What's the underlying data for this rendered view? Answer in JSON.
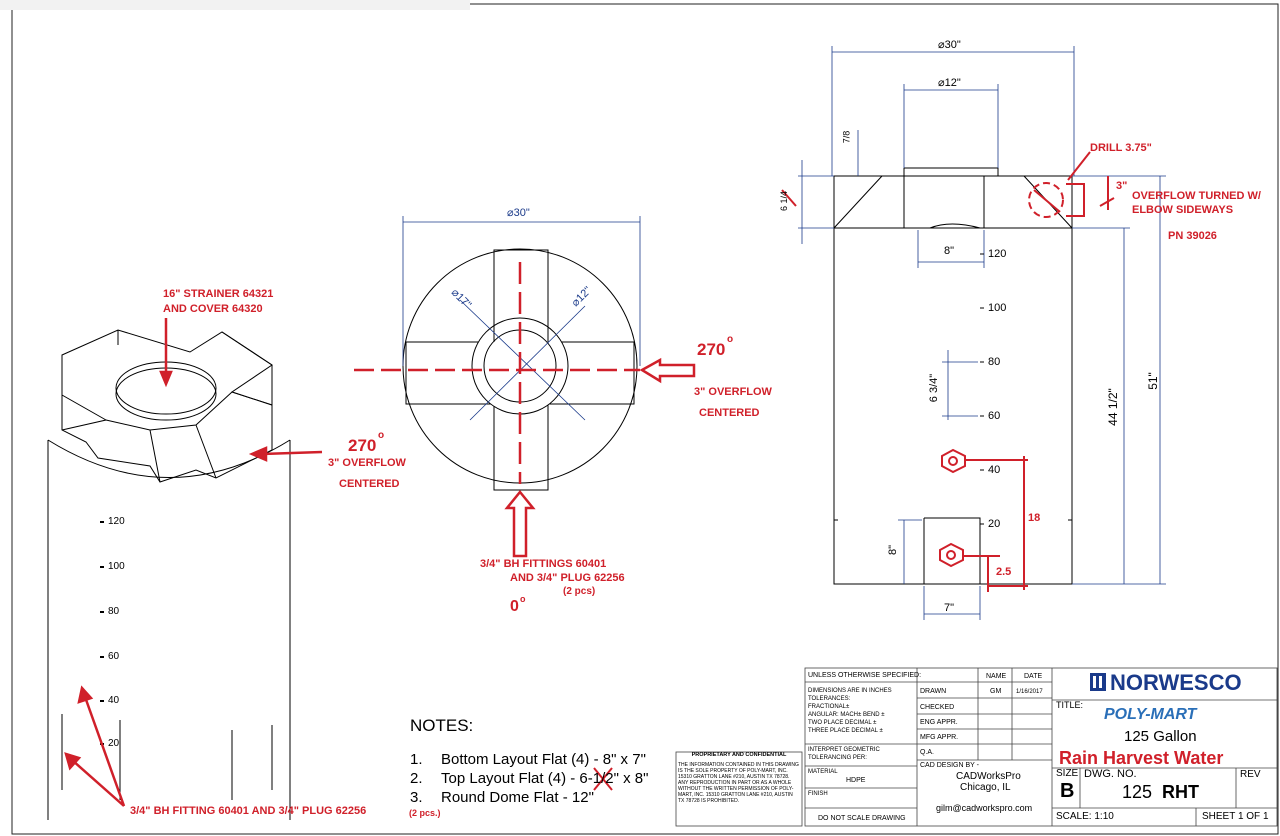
{
  "left_view": {
    "strainer_line1": "16\" STRAINER   64321",
    "strainer_line2": "AND COVER      64320",
    "angle": "270",
    "overflow": "3\" OVERFLOW",
    "centered": "CENTERED",
    "graduations": [
      "120",
      "100",
      "80",
      "60",
      "40",
      "20"
    ],
    "bottom_note": "3/4\" BH FITTING      60401       AND 3/4\" PLUG 62256",
    "bottom_note_small": "(2 pcs.)"
  },
  "top_view": {
    "dia_outer": "30\"",
    "dia_17": "17\"",
    "dia_12": "12\"",
    "angle_270": "270",
    "overflow": "3\" OVERFLOW",
    "centered": "CENTERED",
    "fittings_line1": "3/4\" BH FITTINGS 60401",
    "fittings_line2": "AND 3/4\" PLUG 62256",
    "fittings_line3": "(2 pcs)",
    "angle_0": "0"
  },
  "side_view": {
    "dia_30": "30\"",
    "dia_12": "12\"",
    "frac_7_8": "7/8",
    "frac_6_1_4": "6 1/4",
    "drill": "DRILL 3.75\"",
    "three_in": "3\"",
    "overflow_line1": "OVERFLOW TURNED W/",
    "overflow_line2": "ELBOW SIDEWAYS",
    "pn": "PN 39026",
    "dim_8_top": "8\"",
    "graduations": [
      "120",
      "100",
      "80",
      "60",
      "40",
      "20"
    ],
    "dim_6_3_4": "6 3/4\"",
    "dim_44_1_2": "44 1/2\"",
    "dim_51": "51\"",
    "dim_18": "18",
    "dim_2_5": "2.5",
    "dim_8_bottom": "8\"",
    "dim_7": "7\""
  },
  "notes": {
    "title": "NOTES:",
    "items": [
      {
        "num": "1.",
        "text": "Bottom Layout Flat (4) - 8\" x 7\""
      },
      {
        "num": "2.",
        "text": "Top Layout Flat (4) - 6-1/2\" x 8\""
      },
      {
        "num": "3.",
        "text": "Round Dome Flat - 12\""
      }
    ]
  },
  "proprietary": {
    "heading": "PROPRIETARY AND CONFIDENTIAL",
    "body": "THE INFORMATION CONTAINED IN THIS DRAWING IS THE SOLE PROPERTY OF POLY-MART, INC. 15310 GRATTON LANE #210, AUSTIN TX 78728. ANY REPRODUCTION IN PART OR AS A WHOLE WITHOUT THE WRITTEN PERMISSION OF POLY-MART, INC. 15310 GRATTON LANE #210, AUSTIN TX 78728 IS PROHIBITED."
  },
  "title_block": {
    "unless": "UNLESS OTHERWISE SPECIFIED:",
    "name_col": "NAME",
    "date_col": "DATE",
    "dims": "DIMENSIONS ARE IN INCHES",
    "tolerances": "TOLERANCES:",
    "fractional": "FRACTIONAL±",
    "angular": "ANGULAR: MACH±    BEND ±",
    "two_place": "TWO PLACE DECIMAL    ±",
    "three_place": "THREE PLACE DECIMAL  ±",
    "interpret": "INTERPRET GEOMETRIC",
    "tolerancing": "TOLERANCING PER:",
    "material_label": "MATERIAL",
    "material": "HDPE",
    "finish": "FINISH",
    "do_not_scale": "DO NOT SCALE DRAWING",
    "drawn": "DRAWN",
    "drawn_name": "GM",
    "drawn_date": "1/16/2017",
    "checked": "CHECKED",
    "eng_appr": "ENG APPR.",
    "mfg_appr": "MFG APPR.",
    "qa": "Q.A.",
    "cad_design_by": "CAD DESIGN BY -",
    "cad_company": "CADWorksPro",
    "cad_city": "Chicago, IL",
    "cad_email": "gilm@cadworkspro.com",
    "brand": "NORWESCO",
    "title_label": "TITLE:",
    "polymart": "POLY-MART",
    "gallon": "125 Gallon",
    "product": "Rain Harvest Water",
    "size_label": "SIZE",
    "size": "B",
    "dwg_no_label": "DWG.  NO.",
    "dwg_no": "125",
    "dwg_code": "RHT",
    "rev_label": "REV",
    "scale": "SCALE: 1:10",
    "sheet": "SHEET 1 OF 1"
  },
  "colors": {
    "annotation": "#d0202a",
    "linework": "#000000",
    "dimension": "#1a3a8a",
    "polymart_blue": "#2a6fb8"
  }
}
